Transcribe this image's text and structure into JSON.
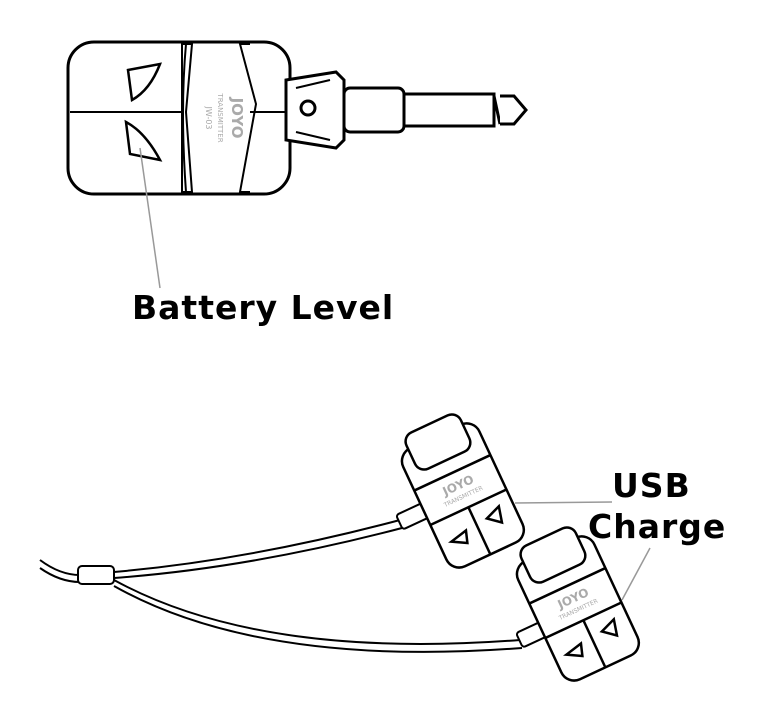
{
  "labels": {
    "battery_level": "Battery Level",
    "usb": "USB",
    "charge": "Charge"
  },
  "device": {
    "brand": "JOYO",
    "transmitter_text": "TRANSMITTER",
    "model": "JW-03"
  },
  "colors": {
    "line": "#000000",
    "leader": "#999999",
    "device_text": "#aaaaaa"
  }
}
